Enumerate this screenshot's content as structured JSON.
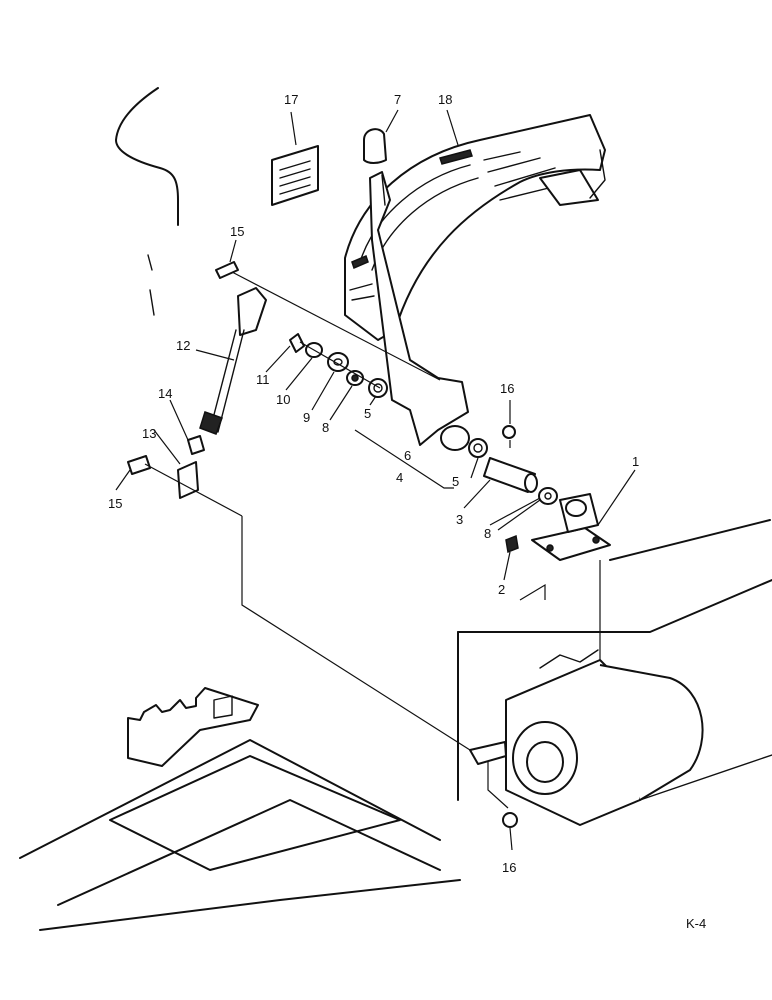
{
  "callouts": [
    {
      "id": "c17",
      "label": "17"
    },
    {
      "id": "c7",
      "label": "7"
    },
    {
      "id": "c18",
      "label": "18"
    },
    {
      "id": "c15a",
      "label": "15"
    },
    {
      "id": "c12",
      "label": "12"
    },
    {
      "id": "c11",
      "label": "11"
    },
    {
      "id": "c10",
      "label": "10"
    },
    {
      "id": "c9",
      "label": "9"
    },
    {
      "id": "c8a",
      "label": "8"
    },
    {
      "id": "c5a",
      "label": "5"
    },
    {
      "id": "c14",
      "label": "14"
    },
    {
      "id": "c13",
      "label": "13"
    },
    {
      "id": "c15b",
      "label": "15"
    },
    {
      "id": "c6",
      "label": "6"
    },
    {
      "id": "c4",
      "label": "4"
    },
    {
      "id": "c5b",
      "label": "5"
    },
    {
      "id": "c16a",
      "label": "16"
    },
    {
      "id": "c1",
      "label": "1"
    },
    {
      "id": "c3",
      "label": "3"
    },
    {
      "id": "c8b",
      "label": "8"
    },
    {
      "id": "c2",
      "label": "2"
    },
    {
      "id": "c16b",
      "label": "16"
    }
  ],
  "figure_code": "K-4"
}
